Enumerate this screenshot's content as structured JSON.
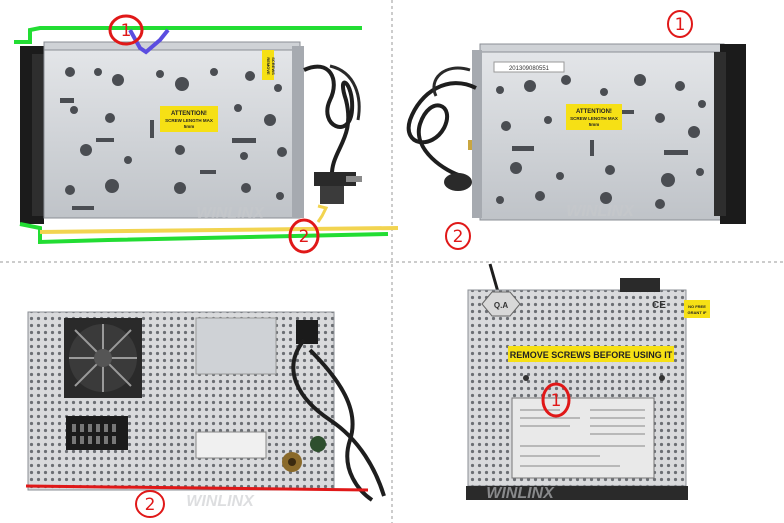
{
  "panels": {
    "top_left": {
      "sticker": [
        "ATTENTION!",
        "SCREW LENGTH MAX",
        "5mm"
      ],
      "side_tag": [
        "REMOVE",
        "SCREWS"
      ],
      "marker_1": "1",
      "marker_2": "2"
    },
    "top_right": {
      "sticker": [
        "ATTENTION!",
        "SCREW LENGTH MAX",
        "5mm"
      ],
      "serial": "201309080551",
      "marker_1": "1",
      "marker_2": "2"
    },
    "bottom_left": {
      "marker_2": "2"
    },
    "bottom_right": {
      "banner": "REMOVE SCREWS BEFORE USING IT",
      "qa": "Q.A",
      "warranty": [
        "NO FREE",
        "GRANT IF"
      ],
      "ce": "CE",
      "marker_1": "1"
    }
  },
  "watermark": "WINLINX",
  "colors": {
    "annotation_red": "#e01818",
    "annotation_green": "#22dd33",
    "annotation_yellow": "#f2d450",
    "annotation_blue": "#5b4de0",
    "sticker_yellow": "#f6e015",
    "divider": "#9a9a9a"
  }
}
